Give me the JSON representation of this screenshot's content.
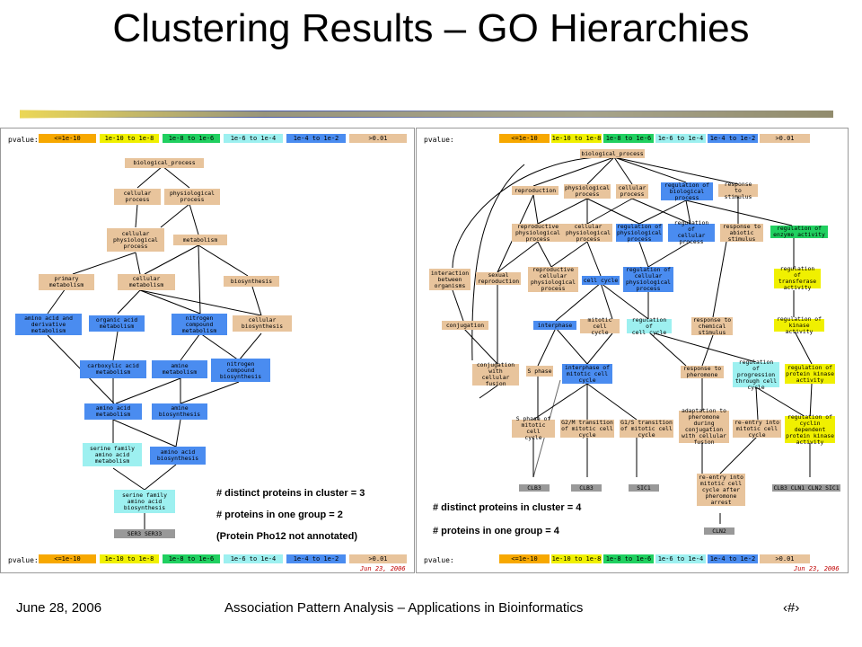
{
  "title": "Clustering Results – GO Hierarchies",
  "pvalue_label": "pvalue:",
  "pvalue_bins": [
    {
      "label": "<=1e-10",
      "color": "#f7a800"
    },
    {
      "label": "1e-10 to 1e-8",
      "color": "#f0f000"
    },
    {
      "label": "1e-8 to 1e-6",
      "color": "#20d060"
    },
    {
      "label": "1e-6 to 1e-4",
      "color": "#9df0f0"
    },
    {
      "label": "1e-4 to 1e-2",
      "color": "#4a8cf0"
    },
    {
      "label": ">0.01",
      "color": "#e8c49c"
    }
  ],
  "left": {
    "nodes": {
      "bp": "biological_process",
      "cp": "cellular\nprocess",
      "pp": "physiological\nprocess",
      "cpp": "cellular\nphysiological\nprocess",
      "met": "metabolism",
      "prim": "primary\nmetabolism",
      "cmet": "cellular\nmetabolism",
      "bios": "biosynthesis",
      "aad": "amino acid and\nderivative\nmetabolism",
      "oam": "organic acid\nmetabolism",
      "ncm": "nitrogen\ncompound\nmetabolism",
      "cbio": "cellular\nbiosynthesis",
      "cam": "carboxylic acid\nmetabolism",
      "amet": "amine\nmetabolism",
      "ncb": "nitrogen\ncompound\nbiosynthesis",
      "aam": "amino acid\nmetabolism",
      "abio": "amine\nbiosynthesis",
      "sfm": "serine family\namino acid\nmetabolism",
      "aab": "amino acid\nbiosynthesis",
      "sfb": "serine family\namino acid\nbiosynthesis",
      "genes": "SER3 SER33"
    },
    "annotation": [
      "# distinct proteins in cluster = 3",
      "# proteins in one group = 2",
      "(Protein Pho12 not annotated)"
    ],
    "date": "Jun 23, 2006"
  },
  "right": {
    "nodes": {
      "bp": "biological_process",
      "repro": "reproduction",
      "pp": "physiological\nprocess",
      "cp": "cellular\nprocess",
      "rbp": "regulation of\nbiological\nprocess",
      "rts": "response to\nstimulus",
      "rpp": "reproductive\nphysiological\nprocess",
      "cpp": "cellular\nphysiological\nprocess",
      "rphp": "regulation of\nphysiological\nprocess",
      "rcp": "regulation of\ncellular\nprocess",
      "ras": "response to\nabiotic\nstimulus",
      "rea": "regulation of\nenzyme activity",
      "ibo": "interaction\nbetween\norganisms",
      "sr": "sexual\nreproduction",
      "rcpp": "reproductive\ncellular\nphysiological\nprocess",
      "cc": "cell cycle",
      "rcphp": "regulation of\ncellular\nphysiological\nprocess",
      "rta": "regulation of\ntransferase\nactivity",
      "conj": "conjugation",
      "inter": "interphase",
      "mcc": "mitotic cell\ncycle",
      "rcc": "regulation of\ncell cycle",
      "rcs": "response to\nchemical\nstimulus",
      "rka": "regulation of\nkinase activity",
      "cwcf": "conjugation\nwith cellular\nfusion",
      "sph": "S phase",
      "imcc": "interphase of\nmitotic cell\ncycle",
      "rtp": "response to\npheromone",
      "rpcc": "regulation of\nprogression\nthrough cell\ncycle",
      "rpka": "regulation of\nprotein kinase\nactivity",
      "spm": "S phase of\nmitotic cell\ncycle",
      "g2m": "G2/M transition\nof mitotic cell\ncycle",
      "g1s": "G1/S transition\nof mitotic cell\ncycle",
      "atp": "adaptation to\npheromone\nduring\nconjugation\nwith cellular\nfusion",
      "reim": "re-entry into\nmitotic cell\ncycle",
      "rcdp": "regulation of\ncyclin\ndependent\nprotein kinase\nactivity",
      "reia": "re-entry into\nmitotic cell\ncycle after\npheromone\narrest",
      "g_clb3a": "CLB3",
      "g_clb3b": "CLB3",
      "g_sic1": "SIC1",
      "g_cln2": "CLN2",
      "g_multi": "CLB3 CLN1 CLN2 SIC1"
    },
    "annotation": [
      "# distinct proteins in cluster = 4",
      "# proteins in one group = 4"
    ],
    "date": "Jun 23, 2006"
  },
  "footer": {
    "date": "June 28, 2006",
    "center": "Association Pattern Analysis – Applications in Bioinformatics",
    "slide_number": "‹#›"
  }
}
